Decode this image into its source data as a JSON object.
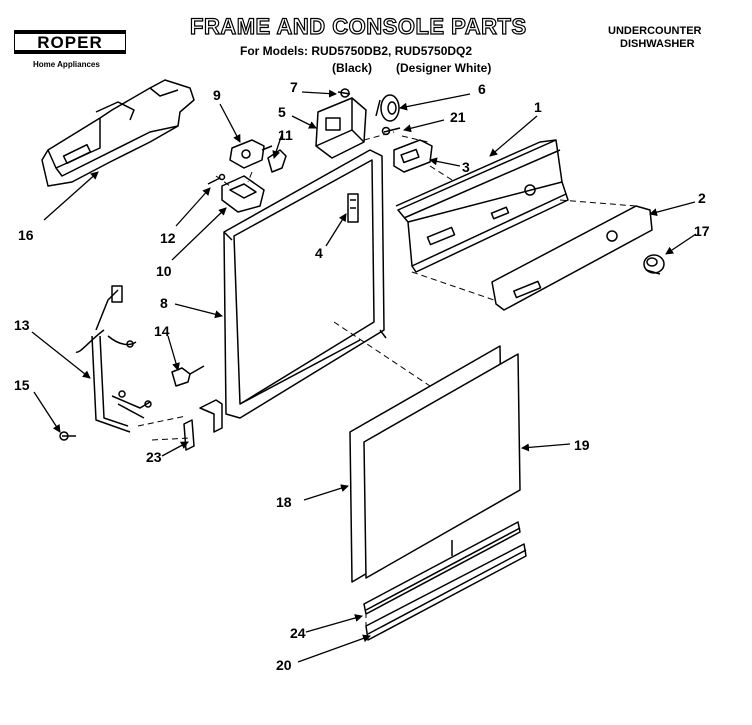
{
  "header": {
    "brand": "ROPER",
    "brand_tagline": "Home Appliances",
    "title": "FRAME AND CONSOLE PARTS",
    "models": "For Models: RUD5750DB2, RUD5750DQ2",
    "variant_black": "(Black)",
    "variant_white": "(Designer White)",
    "appliance_type_line1": "UNDERCOUNTER",
    "appliance_type_line2": "DISHWASHER"
  },
  "callouts": [
    {
      "id": "c1",
      "label": "1"
    },
    {
      "id": "c2",
      "label": "2"
    },
    {
      "id": "c3",
      "label": "3"
    },
    {
      "id": "c4",
      "label": "4"
    },
    {
      "id": "c5",
      "label": "5"
    },
    {
      "id": "c6",
      "label": "6"
    },
    {
      "id": "c7",
      "label": "7"
    },
    {
      "id": "c8",
      "label": "8"
    },
    {
      "id": "c9",
      "label": "9"
    },
    {
      "id": "c10",
      "label": "10"
    },
    {
      "id": "c11",
      "label": "11"
    },
    {
      "id": "c12",
      "label": "12"
    },
    {
      "id": "c13",
      "label": "13"
    },
    {
      "id": "c14",
      "label": "14"
    },
    {
      "id": "c15",
      "label": "15"
    },
    {
      "id": "c16",
      "label": "16"
    },
    {
      "id": "c17",
      "label": "17"
    },
    {
      "id": "c18",
      "label": "18"
    },
    {
      "id": "c19",
      "label": "19"
    },
    {
      "id": "c20",
      "label": "20"
    },
    {
      "id": "c21",
      "label": "21"
    },
    {
      "id": "c23",
      "label": "23"
    },
    {
      "id": "c24",
      "label": "24"
    }
  ]
}
